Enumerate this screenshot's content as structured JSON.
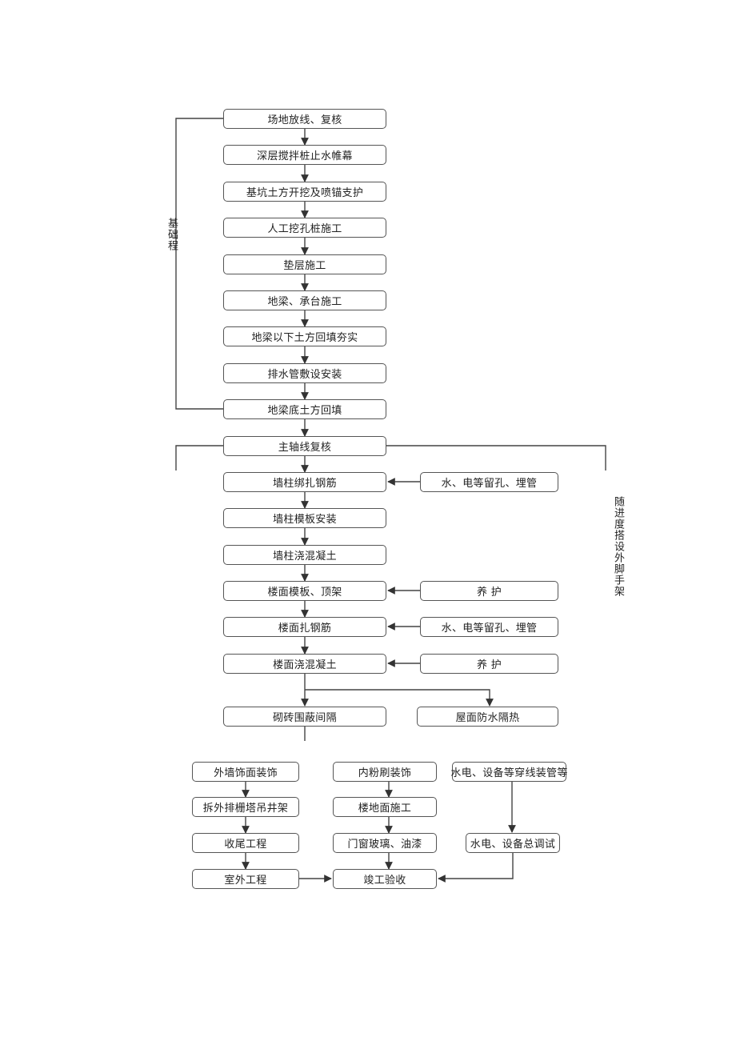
{
  "foundation_label": "基础程",
  "scaffold_label": "随进度搭设外脚手架",
  "main_steps": [
    "场地放线、复核",
    "深层搅拌桩止水帷幕",
    "基坑土方开挖及喷锚支护",
    "人工挖孔桩施工",
    "垫层施工",
    "地梁、承台施工",
    "地梁以下土方回填夯实",
    "排水管敷设安装",
    "地梁底土方回填",
    "主轴线复核",
    "墙柱绑扎钢筋",
    "墙柱模板安装",
    "墙柱浇混凝土",
    "楼面模板、顶架",
    "楼面扎钢筋",
    "楼面浇混凝土"
  ],
  "side_steps": [
    "水、电等留孔、埋管",
    "养  护",
    "水、电等留孔、埋管",
    "养  护"
  ],
  "branch_steps": [
    "砌砖围蔽间隔",
    "屋面防水隔热"
  ],
  "left_column": [
    "外墙饰面装饰",
    "拆外排栅塔吊井架",
    "收尾工程",
    "室外工程"
  ],
  "middle_column": [
    "内粉刷装饰",
    "楼地面施工",
    "门窗玻璃、油漆",
    "竣工验收"
  ],
  "right_column": [
    "水电、设备等穿线装管等",
    "水电、设备总调试"
  ]
}
